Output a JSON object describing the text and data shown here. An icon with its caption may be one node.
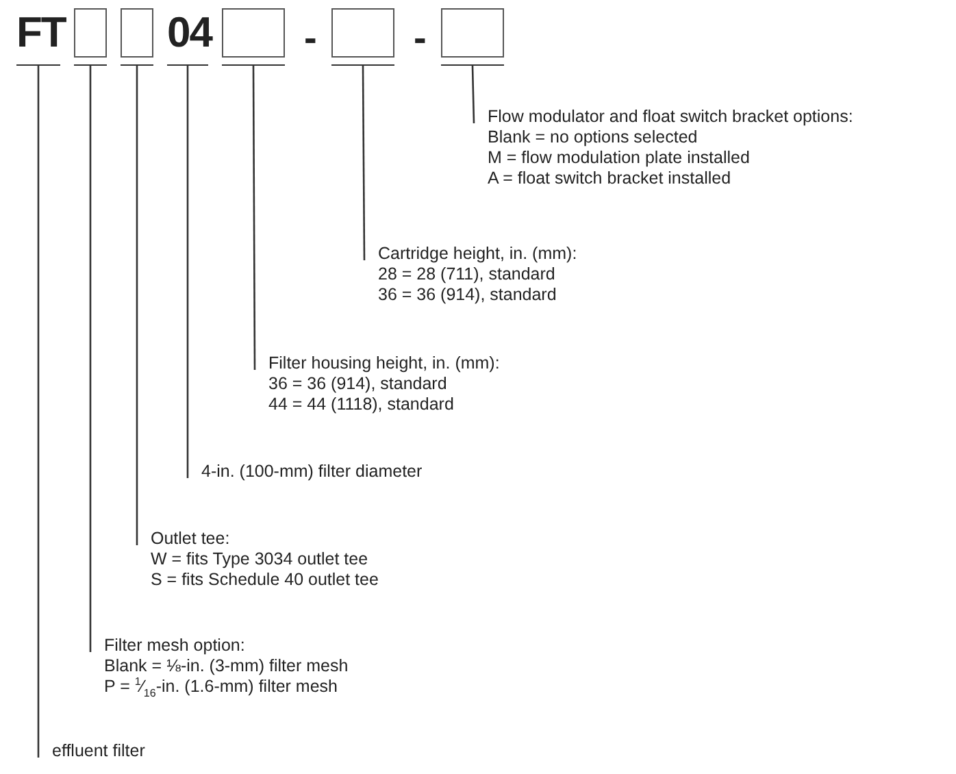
{
  "diagram": {
    "nodes": [
      {
        "text": [
          "FT"
        ]
      },
      {
        "text": [],
        "shape": "box"
      },
      {
        "text": [],
        "shape": "box"
      },
      {
        "text": [
          "04"
        ]
      },
      {
        "text": [],
        "shape": "box"
      },
      {
        "text": [],
        "shape": "box"
      },
      {
        "text": [],
        "shape": "box"
      },
      {
        "text": [
          "Flow modulator and float switch bracket options:",
          "Blank = no options selected",
          "M = flow modulation plate installed",
          "A = float switch bracket installed"
        ]
      },
      {
        "text": [
          "Cartridge height, in. (mm):",
          "28 = 28 (711), standard",
          "36 = 36 (914), standard"
        ]
      },
      {
        "text": [
          "Filter housing height, in. (mm):",
          "36 = 36 (914), standard",
          "44 = 44 (1118), standard"
        ]
      },
      {
        "text": [
          "4-in. (100-mm) filter diameter"
        ]
      },
      {
        "text": [
          "Outlet tee:",
          "W = fits Type 3034 outlet tee",
          "S = fits Schedule 40 outlet tee"
        ]
      },
      {
        "text": [
          "Filter mesh option:",
          "Blank = ⅛-in. (3-mm) filter mesh",
          "P = $^{1}$⁄$_{16}$-in. (1.6-mm) filter mesh"
        ]
      },
      {
        "text": [
          "effluent filter"
        ]
      }
    ],
    "edges": [
      {
        "from": 6,
        "to": 7,
        "arrow": "none"
      },
      {
        "from": 5,
        "to": 8,
        "arrow": "none"
      },
      {
        "from": 4,
        "to": 9,
        "arrow": "none"
      },
      {
        "from": 3,
        "to": 10,
        "arrow": "none"
      },
      {
        "from": 2,
        "to": 11,
        "arrow": "none"
      },
      {
        "from": 1,
        "to": 12,
        "arrow": "none"
      },
      {
        "from": 0,
        "to": 13,
        "arrow": "none"
      }
    ],
    "labels": [
      "-",
      "-"
    ]
  }
}
